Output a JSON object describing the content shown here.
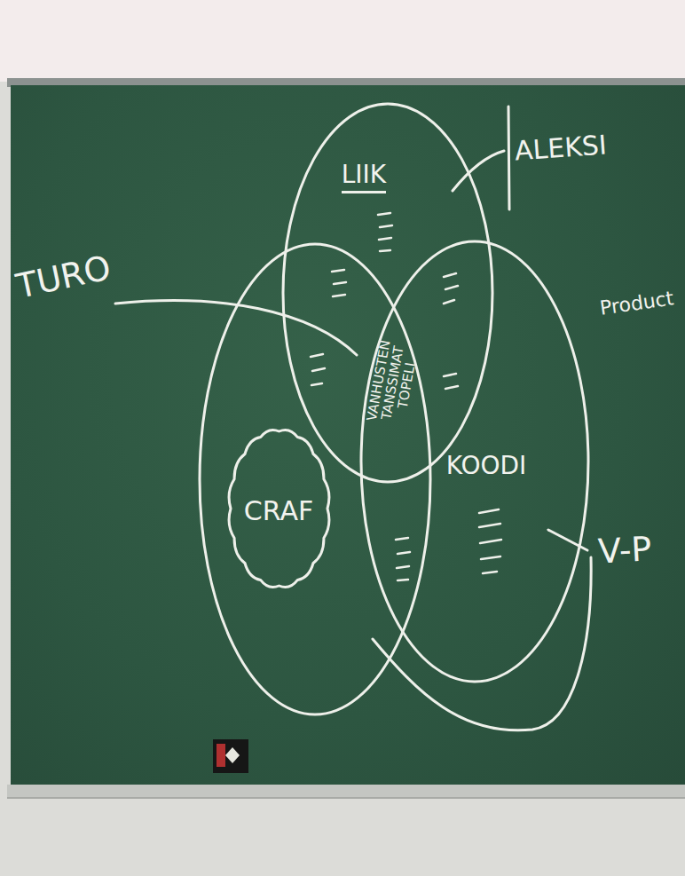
{
  "diagram": {
    "nodes": [
      {
        "text": [
          "LIIK"
        ]
      },
      {
        "text": [
          "CRAF"
        ]
      },
      {
        "text": [
          "KOODI"
        ]
      }
    ],
    "labels": [
      "ALEKSI",
      "TURO",
      "Product",
      "VANHUSTEN TANSSIMAT TOPELI",
      "V-P"
    ]
  }
}
